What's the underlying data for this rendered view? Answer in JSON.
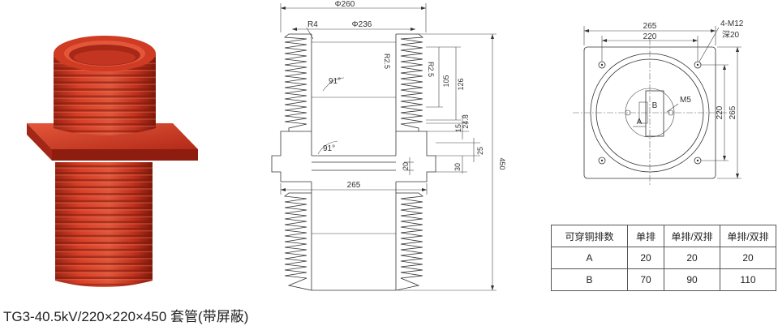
{
  "caption": "TG3-40.5kV/220×220×450 套管(带屏蔽)",
  "front_view": {
    "dims": {
      "phi_outer": "Φ260",
      "r_top": "R4",
      "phi_inner": "Φ236",
      "r_2_5_a": "R2.5",
      "r_2_5_b": "R2.5",
      "h_105": "105",
      "h_126": "126",
      "angle_top": "91°",
      "angle_mid": "91°",
      "h_24_8": "24.8",
      "h_15": "15",
      "h_25": "25",
      "h_20": "20",
      "h_30": "30",
      "w_265": "265",
      "h_450": "450"
    }
  },
  "top_view": {
    "dims": {
      "w_265": "265",
      "w_220": "220",
      "h_220": "220",
      "h_265": "265",
      "holes": "4-M12",
      "depth": "深20",
      "label_b": "B",
      "label_m5": "M5",
      "label_a": "A"
    }
  },
  "table": {
    "headers": [
      "可穿铜排数",
      "单排",
      "单排/双排",
      "单排/双排"
    ],
    "rows": [
      [
        "A",
        "20",
        "20",
        "20"
      ],
      [
        "B",
        "70",
        "90",
        "110"
      ]
    ]
  },
  "colors": {
    "bushing_red": "#c8331f",
    "bushing_dark": "#8e1d10",
    "bushing_light": "#e2553a"
  }
}
